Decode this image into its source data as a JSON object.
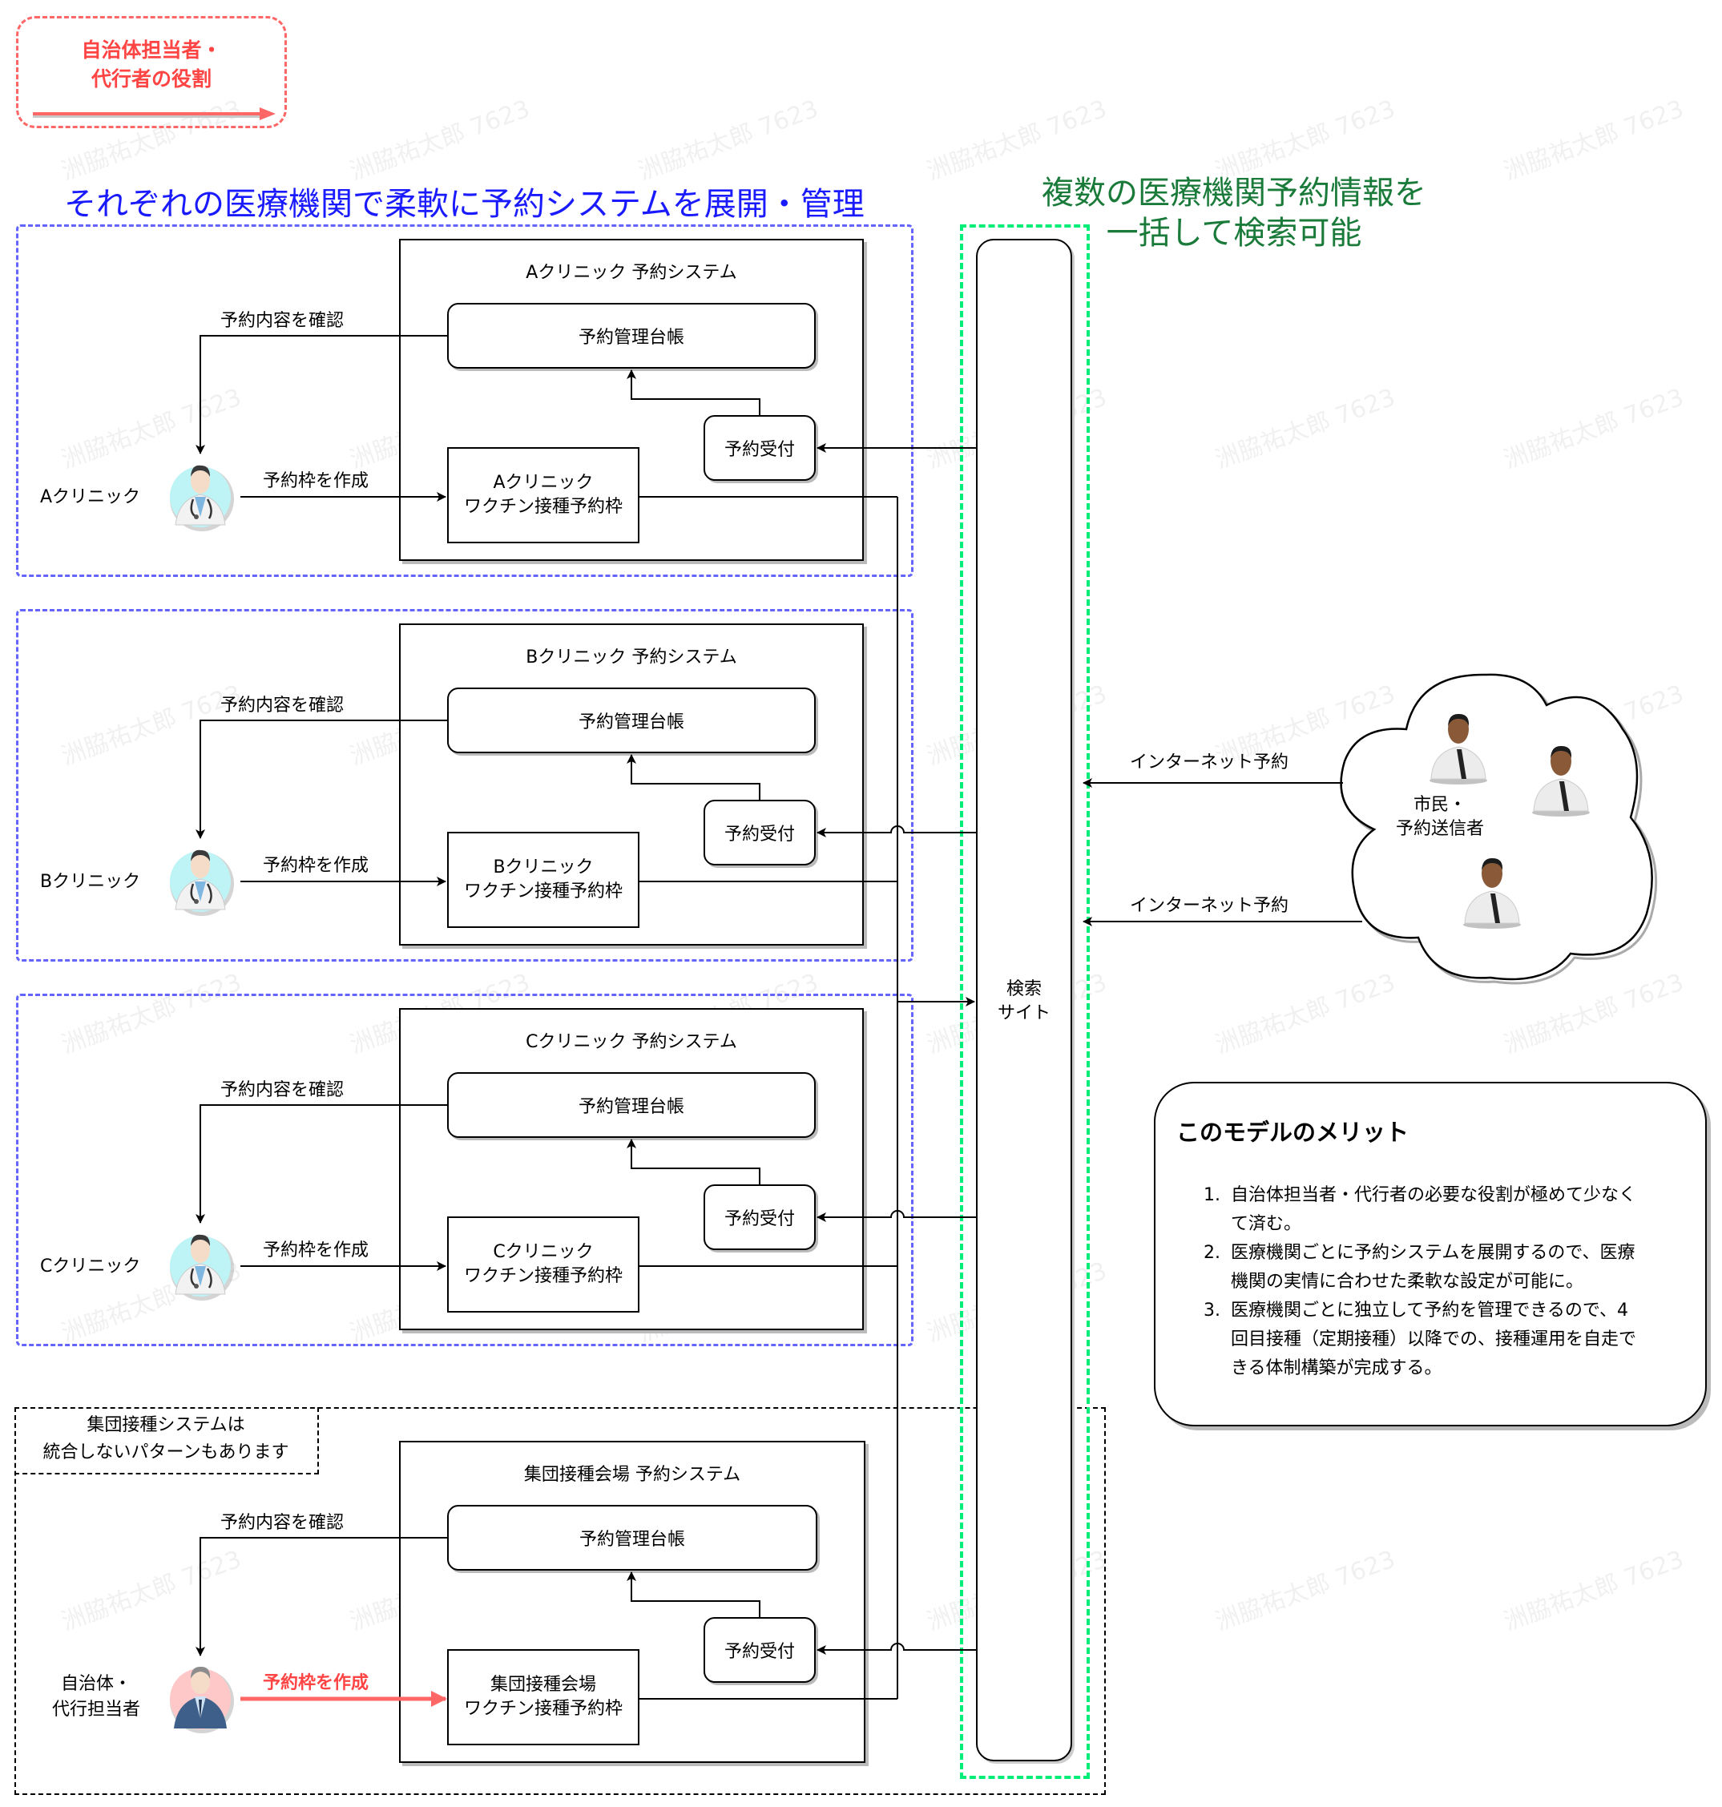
{
  "legend": {
    "title_line1": "自治体担当者・",
    "title_line2": "代行者の役割",
    "color": "#ff4444"
  },
  "headings": {
    "left": "それぞれの医療機関で柔軟に予約システムを展開・管理",
    "left_color": "#1a1aff",
    "right_line1": "複数の医療機関予約情報を",
    "right_line2": "一括して検索可能",
    "right_color": "#1a7a3a"
  },
  "clinics": [
    {
      "actor_label": "Aクリニック",
      "system_title": "Aクリニック 予約システム",
      "ledger": "予約管理台帳",
      "reception": "予約受付",
      "slot_line1": "Aクリニック",
      "slot_line2": "ワクチン接種予約枠",
      "confirm_label": "予約内容を確認",
      "create_label": "予約枠を作成"
    },
    {
      "actor_label": "Bクリニック",
      "system_title": "Bクリニック 予約システム",
      "ledger": "予約管理台帳",
      "reception": "予約受付",
      "slot_line1": "Bクリニック",
      "slot_line2": "ワクチン接種予約枠",
      "confirm_label": "予約内容を確認",
      "create_label": "予約枠を作成"
    },
    {
      "actor_label": "Cクリニック",
      "system_title": "Cクリニック 予約システム",
      "ledger": "予約管理台帳",
      "reception": "予約受付",
      "slot_line1": "Cクリニック",
      "slot_line2": "ワクチン接種予約枠",
      "confirm_label": "予約内容を確認",
      "create_label": "予約枠を作成"
    }
  ],
  "mass": {
    "note_line1": "集団接種システムは",
    "note_line2": "統合しないパターンもあります",
    "actor_line1": "自治体・",
    "actor_line2": "代行担当者",
    "system_title": "集団接種会場 予約システム",
    "ledger": "予約管理台帳",
    "reception": "予約受付",
    "slot_line1": "集団接種会場",
    "slot_line2": "ワクチン接種予約枠",
    "confirm_label": "予約内容を確認",
    "create_label": "予約枠を作成",
    "create_color": "#ff4444"
  },
  "search_site": {
    "line1": "検索",
    "line2": "サイト"
  },
  "citizens": {
    "line1": "市民・",
    "line2": "予約送信者",
    "arrow_label_1": "インターネット予約",
    "arrow_label_2": "インターネット予約"
  },
  "merits": {
    "title": "このモデルのメリット",
    "items": [
      {
        "num": "1.",
        "line1": "自治体担当者・代行者の必要な役割が極めて少なく",
        "line2": "て済む。"
      },
      {
        "num": "2.",
        "line1": "医療機関ごとに予約システムを展開するので、医療",
        "line2": "機関の実情に合わせた柔軟な設定が可能に。"
      },
      {
        "num": "3.",
        "line1": "医療機関ごとに独立して予約を管理できるので、4",
        "line2": "回目接種（定期接種）以降での、接種運用を自走で",
        "line3": "きる体制構築が完成する。"
      }
    ]
  },
  "watermark": "洲脇祐太郎 7623"
}
